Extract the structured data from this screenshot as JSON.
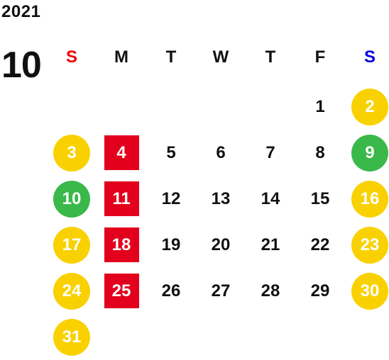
{
  "calendar": {
    "year": "2021",
    "month": "10",
    "weekdays": [
      {
        "label": "S",
        "color": "#ee0000"
      },
      {
        "label": "M",
        "color": "#111111"
      },
      {
        "label": "T",
        "color": "#111111"
      },
      {
        "label": "W",
        "color": "#111111"
      },
      {
        "label": "T",
        "color": "#111111"
      },
      {
        "label": "F",
        "color": "#111111"
      },
      {
        "label": "S",
        "color": "#0000dd"
      }
    ],
    "colors": {
      "yellow": "#f9d100",
      "green": "#3ab84a",
      "red": "#e2001d"
    },
    "weeks": [
      [
        {
          "label": "",
          "style": "none"
        },
        {
          "label": "",
          "style": "none"
        },
        {
          "label": "",
          "style": "none"
        },
        {
          "label": "",
          "style": "none"
        },
        {
          "label": "",
          "style": "none"
        },
        {
          "label": "1",
          "style": "plain"
        },
        {
          "label": "2",
          "style": "yellow"
        }
      ],
      [
        {
          "label": "3",
          "style": "yellow"
        },
        {
          "label": "4",
          "style": "red"
        },
        {
          "label": "5",
          "style": "plain"
        },
        {
          "label": "6",
          "style": "plain"
        },
        {
          "label": "7",
          "style": "plain"
        },
        {
          "label": "8",
          "style": "plain"
        },
        {
          "label": "9",
          "style": "green"
        }
      ],
      [
        {
          "label": "10",
          "style": "green"
        },
        {
          "label": "11",
          "style": "red"
        },
        {
          "label": "12",
          "style": "plain"
        },
        {
          "label": "13",
          "style": "plain"
        },
        {
          "label": "14",
          "style": "plain"
        },
        {
          "label": "15",
          "style": "plain"
        },
        {
          "label": "16",
          "style": "yellow"
        }
      ],
      [
        {
          "label": "17",
          "style": "yellow"
        },
        {
          "label": "18",
          "style": "red"
        },
        {
          "label": "19",
          "style": "plain"
        },
        {
          "label": "20",
          "style": "plain"
        },
        {
          "label": "21",
          "style": "plain"
        },
        {
          "label": "22",
          "style": "plain"
        },
        {
          "label": "23",
          "style": "yellow"
        }
      ],
      [
        {
          "label": "24",
          "style": "yellow"
        },
        {
          "label": "25",
          "style": "red"
        },
        {
          "label": "26",
          "style": "plain"
        },
        {
          "label": "27",
          "style": "plain"
        },
        {
          "label": "28",
          "style": "plain"
        },
        {
          "label": "29",
          "style": "plain"
        },
        {
          "label": "30",
          "style": "yellow"
        }
      ],
      [
        {
          "label": "31",
          "style": "yellow"
        },
        {
          "label": "",
          "style": "none"
        },
        {
          "label": "",
          "style": "none"
        },
        {
          "label": "",
          "style": "none"
        },
        {
          "label": "",
          "style": "none"
        },
        {
          "label": "",
          "style": "none"
        },
        {
          "label": "",
          "style": "none"
        }
      ]
    ]
  }
}
